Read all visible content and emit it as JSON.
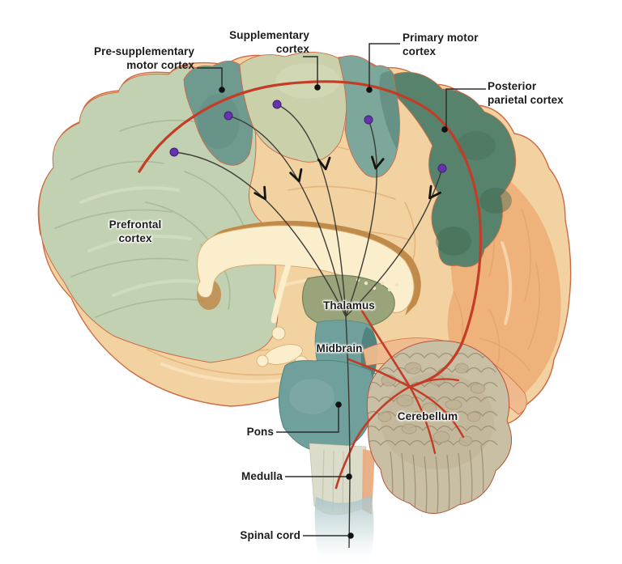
{
  "diagram": {
    "type": "brain-sagittal-motor-pathways",
    "labels": {
      "pre_supplementary_motor_cortex": {
        "line1": "Pre-supplementary",
        "line2": "motor cortex"
      },
      "supplementary_cortex": {
        "line1": "Supplementary",
        "line2": "cortex"
      },
      "primary_motor_cortex": {
        "line1": "Primary motor",
        "line2": "cortex"
      },
      "posterior_parietal_cortex": {
        "line1": "Posterior",
        "line2": "parietal cortex"
      },
      "prefrontal_cortex": {
        "line1": "Prefrontal",
        "line2": "cortex"
      },
      "thalamus": "Thalamus",
      "midbrain": "Midbrain",
      "pons": "Pons",
      "cerebellum": "Cerebellum",
      "medulla": "Medulla",
      "spinal_cord": "Spinal cord"
    },
    "colors": {
      "background": "#ffffff",
      "cerebrum_tan": "#f3d2a2",
      "occipital_peach": "#edaa72",
      "prefrontal_green": "#c2d1b2",
      "pre_sma_teal": "#6f9a8f",
      "sma_sage": "#c9d0aa",
      "primary_motor_teal": "#7ca79a",
      "posterior_parietal_green": "#57836d",
      "corpus_callosum_cream": "#faeecd",
      "cingulate_ochre": "#bf8a4a",
      "thalamus_olive": "#99a47b",
      "brainstem_teal": "#70a09b",
      "medulla_pale": "#dcdccb",
      "spinal_cord_blue": "#a9c4c9",
      "cerebellum_tan": "#c9bfa4",
      "tentorium_salmon": "#efba8e",
      "outline_red": "#cd6b45",
      "pathway_red": "#c43b26",
      "pathway_black": "#3b3b33",
      "dot_purple": "#6633aa",
      "leader_line": "#2e2e2e",
      "label_text": "#1c1c1c"
    }
  }
}
